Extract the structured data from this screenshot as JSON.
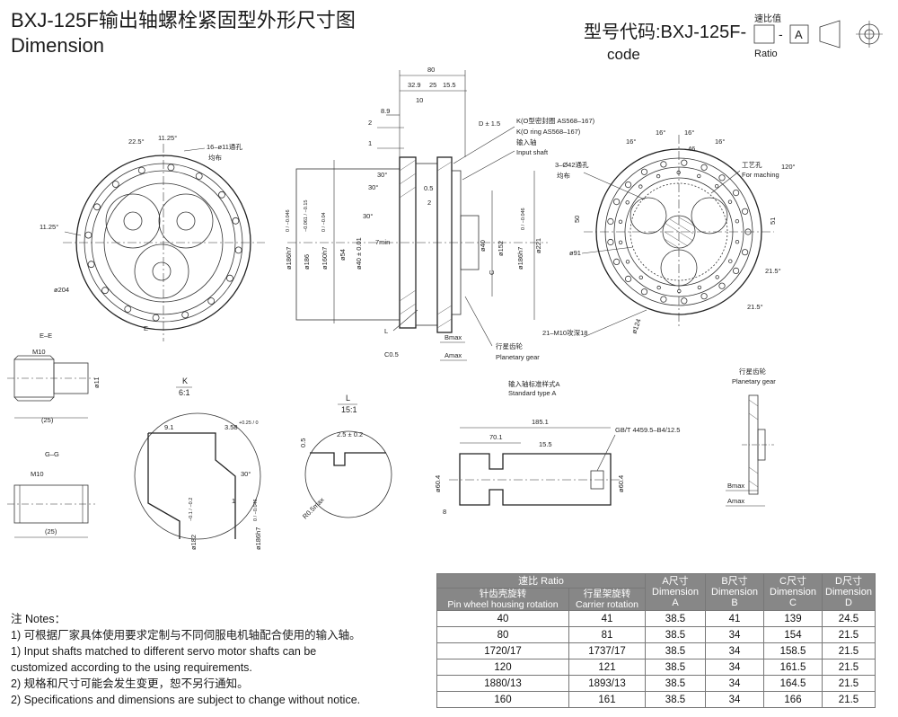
{
  "title": {
    "cn": "BXJ-125F输出轴螺栓紧固型外形尺寸图",
    "en": "Dimension"
  },
  "model_code": {
    "cn": "型号代码:BXJ-125F-",
    "en": "code",
    "ratio_label_cn": "速比值",
    "ratio_label_en": "Ratio",
    "dash": "-",
    "box_letter": "A"
  },
  "front_view": {
    "labels": [
      "22.5°",
      "11.25°",
      "16–ø11通孔",
      "均布",
      "11.25°",
      "ø204",
      "E"
    ]
  },
  "side_view": {
    "top_dims": [
      "80",
      "32.9",
      "25",
      "15.5",
      "10",
      "8.9",
      "2",
      "1",
      "D ± 1.5"
    ],
    "callouts": [
      "K(O型密封圈 AS568–167)",
      "K(O ring AS568–167)",
      "输入轴",
      "Input shaft"
    ],
    "angles": [
      "30°",
      "30°",
      "30°"
    ],
    "small_dims": [
      "0.5",
      "2",
      "7min"
    ],
    "dia_left": [
      "ø186h7",
      "ø186",
      "ø160h7",
      "ø54",
      "ø40 ± 0.01"
    ],
    "dia_left_tol": [
      "0 / −0.046",
      "−0.061 / −0.15",
      "0 / −0.04"
    ],
    "dia_right": [
      "ø40",
      "ø152",
      "ø186h7",
      "ø221"
    ],
    "dia_right_tol": [
      "0 / −0.046"
    ],
    "bottom": [
      "L",
      "C0.5",
      "Bmax",
      "Amax",
      "C",
      "行星齿轮",
      "Planetary gear"
    ]
  },
  "rear_view": {
    "labels": [
      "16°",
      "16°",
      "16°",
      "16°",
      "46",
      "3–Ø42通孔",
      "均布",
      "工艺孔",
      "For maching",
      "120°",
      "50",
      "51",
      "ø91",
      "21.5°",
      "21.5°",
      "21–M10攻深18",
      "ø124"
    ]
  },
  "detail_ee": {
    "title": "E–E",
    "labels": [
      "M10",
      "ø11",
      "(25)"
    ]
  },
  "detail_gg": {
    "title": "G–G",
    "labels": [
      "M10",
      "(25)"
    ]
  },
  "detail_k": {
    "letter": "K",
    "scale": "6:1",
    "labels": [
      "9.1",
      "3.58",
      "+0.25 / 0",
      "30°",
      "1",
      "ø182",
      "−0.1 / −0.2",
      "ø186h7",
      "0 / −0.046"
    ]
  },
  "detail_l": {
    "letter": "L",
    "scale": "15:1",
    "labels": [
      "0.5",
      "2.5 ± 0.2",
      "R0.5max"
    ]
  },
  "input_shaft": {
    "caption_cn": "输入轴标准样式A",
    "caption_en": "Standard type A",
    "labels": [
      "185.1",
      "70.1",
      "15.5",
      "GB/T 4459.5–B4/12.5",
      "ø60.4",
      "ø60.4",
      "8"
    ]
  },
  "planetary_gear": {
    "caption_cn": "行星齿轮",
    "caption_en": "Planetary gear",
    "labels": [
      "Bmax",
      "Amax"
    ]
  },
  "notes": {
    "heading": "注 Notes：",
    "lines": [
      "1) 可根据厂家具体使用要求定制与不同伺服电机轴配合使用的输入轴。",
      "1) Input shafts matched to different  servo motor shafts can be",
      "customized according to the using requirements.",
      "2) 规格和尺寸可能会发生变更，恕不另行通知。",
      "2) Specifications and dimensions are subject to change without notice."
    ]
  },
  "table": {
    "header_group": "速比 Ratio",
    "col1": [
      "针齿壳旋转",
      "Pin wheel housing rotation"
    ],
    "col2": [
      "行星架旋转",
      "Carrier rotation"
    ],
    "colA": [
      "A尺寸",
      "Dimension",
      "A"
    ],
    "colB": [
      "B尺寸",
      "Dimension",
      "B"
    ],
    "colC": [
      "C尺寸",
      "Dimension",
      "C"
    ],
    "colD": [
      "D尺寸",
      "Dimension",
      "D"
    ],
    "rows": [
      [
        "40",
        "41",
        "38.5",
        "41",
        "139",
        "24.5"
      ],
      [
        "80",
        "81",
        "38.5",
        "34",
        "154",
        "21.5"
      ],
      [
        "1720/17",
        "1737/17",
        "38.5",
        "34",
        "158.5",
        "21.5"
      ],
      [
        "120",
        "121",
        "38.5",
        "34",
        "161.5",
        "21.5"
      ],
      [
        "1880/13",
        "1893/13",
        "38.5",
        "34",
        "164.5",
        "21.5"
      ],
      [
        "160",
        "161",
        "38.5",
        "34",
        "166",
        "21.5"
      ]
    ]
  }
}
